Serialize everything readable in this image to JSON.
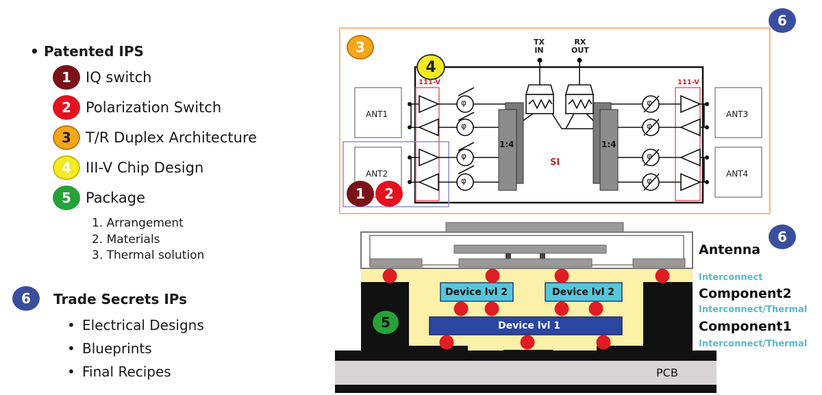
{
  "legend": {
    "heading": "Patented IPS",
    "items": [
      {
        "num": "1",
        "label": "IQ switch",
        "color": "#7a1218"
      },
      {
        "num": "2",
        "label": "Polarization Switch",
        "color": "#e3121f"
      },
      {
        "num": "3",
        "label": "T/R Duplex Architecture",
        "color": "#f5a61b"
      },
      {
        "num": "4",
        "label": "III-V Chip Design",
        "color": "#f3ec22"
      },
      {
        "num": "5",
        "label": "Package",
        "color": "#27a13a"
      }
    ],
    "package_sub": [
      "1. Arrangement",
      "2. Materials",
      "3. Thermal solution"
    ],
    "trade_num": "6",
    "trade_heading": "Trade Secrets IPs",
    "trade_items": [
      "Electrical Designs",
      "Blueprints",
      "Final Recipes"
    ],
    "trade_color": "#3a4ea0"
  },
  "circuit": {
    "badge3": "3",
    "badge4": "4",
    "badge6": "6",
    "badge1": "1",
    "badge2": "2",
    "tx": [
      "TX",
      "IN"
    ],
    "rx": [
      "RX",
      "OUT"
    ],
    "iii_v_left": "111-V",
    "iii_v_right": "111-V",
    "ant1": "ANT1",
    "ant2": "ANT2",
    "ant3": "ANT3",
    "ant4": "ANT4",
    "splitter_left": "1:4",
    "splitter_right": "1:4",
    "si": "SI",
    "phase": "φ"
  },
  "package": {
    "badge6": "6",
    "badge5": "5",
    "antenna": "Antenna",
    "interconnect": "Interconnect",
    "component2": "Component2",
    "interconnect_thermal_1": "Interconnect/Thermal",
    "component1": "Component1",
    "interconnect_thermal_2": "Interconnect/Thermal",
    "device2a": "Device lvl 2",
    "device2b": "Device lvl 2",
    "device1": "Device lvl 1",
    "pcb": "PCB"
  }
}
